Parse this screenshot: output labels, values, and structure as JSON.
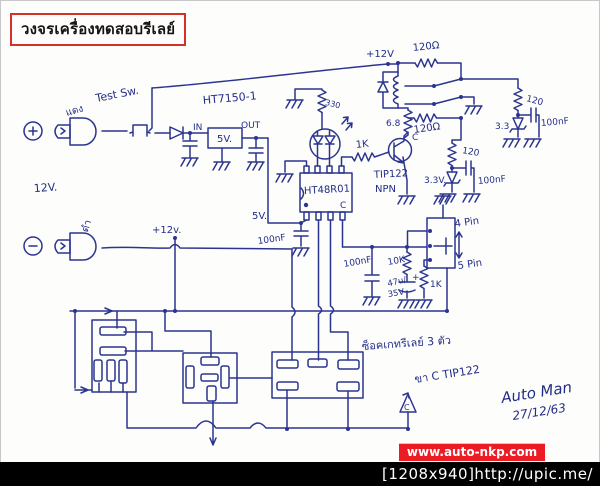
{
  "title": "วงจรเครื่องทดสอบรีเลย์",
  "footer": {
    "size_link": "[1208x940]http://upic.me/",
    "watermark": "www.auto-nkp.com"
  },
  "labels": {
    "jack_red": "แดง",
    "jack_black": "ดำ",
    "supply": "12V.",
    "test_switch": "Test Sw.",
    "regulator_part": "HT7150-1",
    "reg_in": "IN",
    "reg_out": "OUT",
    "reg_5v": "5V.",
    "r330": "330",
    "rail_12v": "+12V",
    "tap_12v": "+12v.",
    "r120_top": "120Ω",
    "r6k8": "6.8",
    "r120_mid": "120Ω",
    "r120_ch2": "120",
    "zener_ch2": "3.3V.",
    "cap_ch2": "100nF",
    "r120_ch1": "120",
    "zener_ch1": "3.3",
    "cap_ch1": "100nF",
    "r1k_base": "1K",
    "collector_c": "C",
    "q1_part": "TIP122",
    "q1_type": "NPN",
    "mcu_part": "HT48R01",
    "mcu_rev": "C",
    "mcu_5v": "5V.",
    "mcu_cap": "100nF",
    "cap_mid": "100nF",
    "r10k": "10K",
    "plus": "+",
    "cap47": "47u/",
    "cap47v": "35V",
    "r1k_sel": "1K",
    "pin4": "4 Pin",
    "pin5": "5 Pin",
    "socket_note": "ซ็อคเกทรีเลย์ 3 ตัว",
    "collector_note": "ขา C TIP122",
    "triangle_c": "C",
    "signature": "Auto Man",
    "date": "27/12/63"
  }
}
